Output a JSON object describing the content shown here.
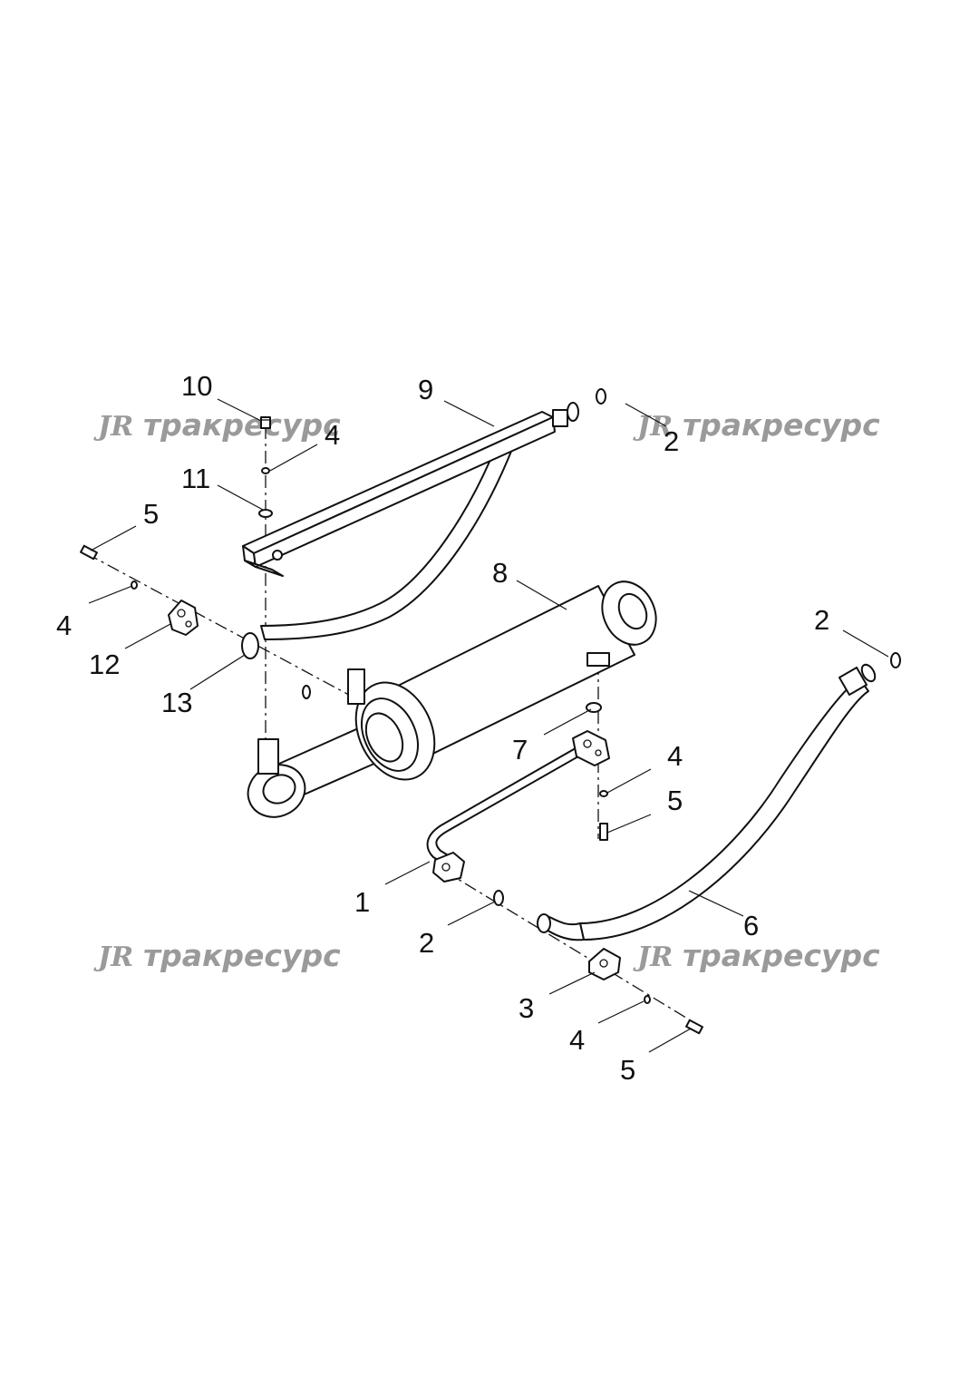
{
  "diagram": {
    "watermark": {
      "logo": "JR",
      "text": "тракресурс",
      "color": "#9a9a9a"
    },
    "callouts": [
      {
        "id": "c10",
        "label": "10"
      },
      {
        "id": "c9",
        "label": "9"
      },
      {
        "id": "c4a",
        "label": "4"
      },
      {
        "id": "c2a",
        "label": "2"
      },
      {
        "id": "c11",
        "label": "11"
      },
      {
        "id": "c5a",
        "label": "5"
      },
      {
        "id": "c8",
        "label": "8"
      },
      {
        "id": "c2b",
        "label": "2"
      },
      {
        "id": "c4b",
        "label": "4"
      },
      {
        "id": "c12",
        "label": "12"
      },
      {
        "id": "c13",
        "label": "13"
      },
      {
        "id": "c7",
        "label": "7"
      },
      {
        "id": "c4c",
        "label": "4"
      },
      {
        "id": "c5b",
        "label": "5"
      },
      {
        "id": "c1",
        "label": "1"
      },
      {
        "id": "c6",
        "label": "6"
      },
      {
        "id": "c2c",
        "label": "2"
      },
      {
        "id": "c3",
        "label": "3"
      },
      {
        "id": "c4d",
        "label": "4"
      },
      {
        "id": "c5c",
        "label": "5"
      }
    ]
  }
}
